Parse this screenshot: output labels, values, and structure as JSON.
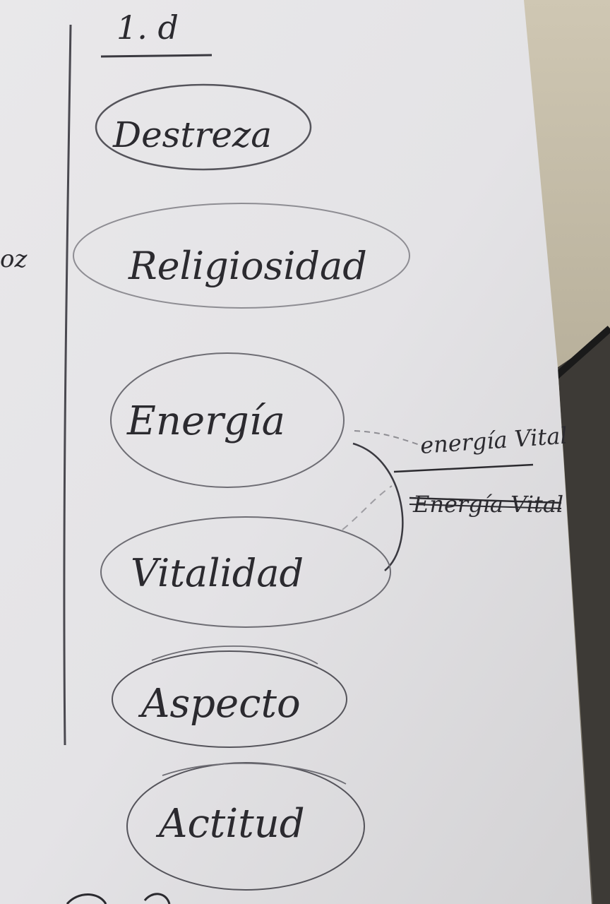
{
  "heading": "1. d",
  "margin_fragment": "oz",
  "words": [
    "Destreza",
    "Religiosidad",
    "Energía",
    "Vitalidad",
    "Aspecto",
    "Actitud"
  ],
  "side_note": {
    "top": "energía Vital",
    "crossed": "Energía Vital"
  }
}
